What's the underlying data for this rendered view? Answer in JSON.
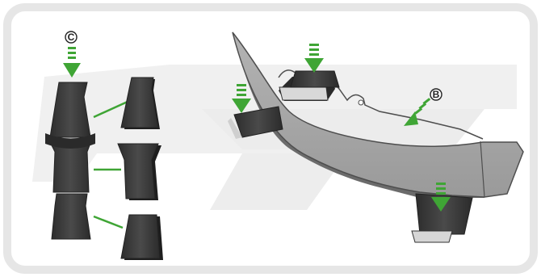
{
  "diagram": {
    "callouts": [
      {
        "id": "C",
        "text": "C"
      },
      {
        "id": "B",
        "text": "B"
      }
    ]
  },
  "colors": {
    "frame_border": "#e4e4e4",
    "logo_watermark": "#efefef",
    "part_dark": "#3a3a3a",
    "part_shadow": "#1f1f1f",
    "plate_gray": "#a7a7a7",
    "plate_edge": "#555555",
    "arrow_green": "#3fa535",
    "connector_green": "#3fa535"
  },
  "icons": {
    "press_arrow": "down-arrow-icon",
    "diagonal_arrow": "diagonal-arrow-icon"
  }
}
